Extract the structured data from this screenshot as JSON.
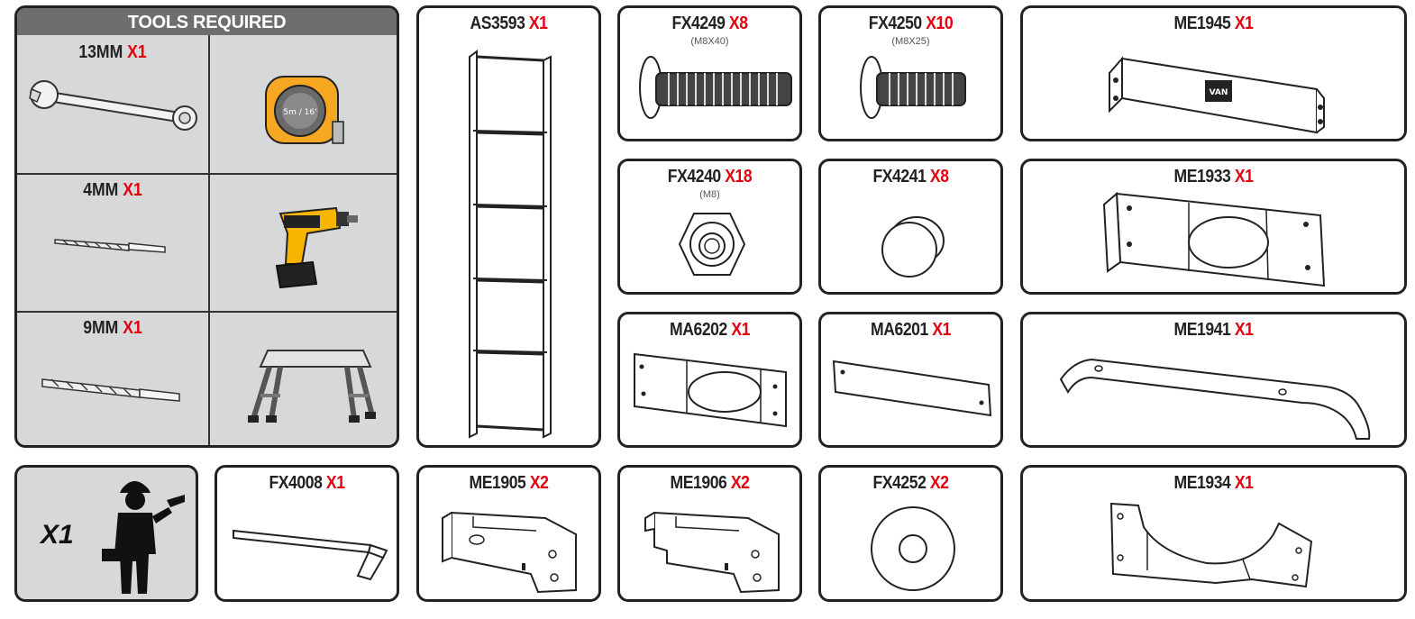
{
  "tools": {
    "header": "TOOLS REQUIRED",
    "items": [
      {
        "size": "13MM",
        "qty": "X1",
        "icon": "wrench-icon"
      },
      {
        "size": "4MM",
        "qty": "X1",
        "icon": "drill-bit-icon"
      },
      {
        "size": "9MM",
        "qty": "X1",
        "icon": "drill-bit-icon"
      }
    ],
    "unlabeled": [
      "tape-measure-icon",
      "cordless-drill-icon",
      "step-platform-icon"
    ]
  },
  "worker": {
    "qty": "X1",
    "icon": "worker-icon"
  },
  "parts": [
    {
      "code": "AS3593",
      "qty": "X1"
    },
    {
      "code": "FX4249",
      "qty": "X8",
      "spec": "(M8X40)"
    },
    {
      "code": "FX4250",
      "qty": "X10",
      "spec": "(M8X25)"
    },
    {
      "code": "ME1945",
      "qty": "X1",
      "logo": "VAN"
    },
    {
      "code": "FX4240",
      "qty": "X18",
      "spec": "(M8)"
    },
    {
      "code": "FX4241",
      "qty": "X8"
    },
    {
      "code": "ME1933",
      "qty": "X1"
    },
    {
      "code": "MA6202",
      "qty": "X1"
    },
    {
      "code": "MA6201",
      "qty": "X1"
    },
    {
      "code": "ME1941",
      "qty": "X1"
    },
    {
      "code": "FX4008",
      "qty": "X1"
    },
    {
      "code": "ME1905",
      "qty": "X2"
    },
    {
      "code": "ME1906",
      "qty": "X2"
    },
    {
      "code": "FX4252",
      "qty": "X2"
    },
    {
      "code": "ME1934",
      "qty": "X1"
    }
  ],
  "colors": {
    "qty": "#e3000f",
    "tools_bg": "#d7d8da",
    "tools_header": "#6d6e70",
    "outline": "#222222"
  }
}
